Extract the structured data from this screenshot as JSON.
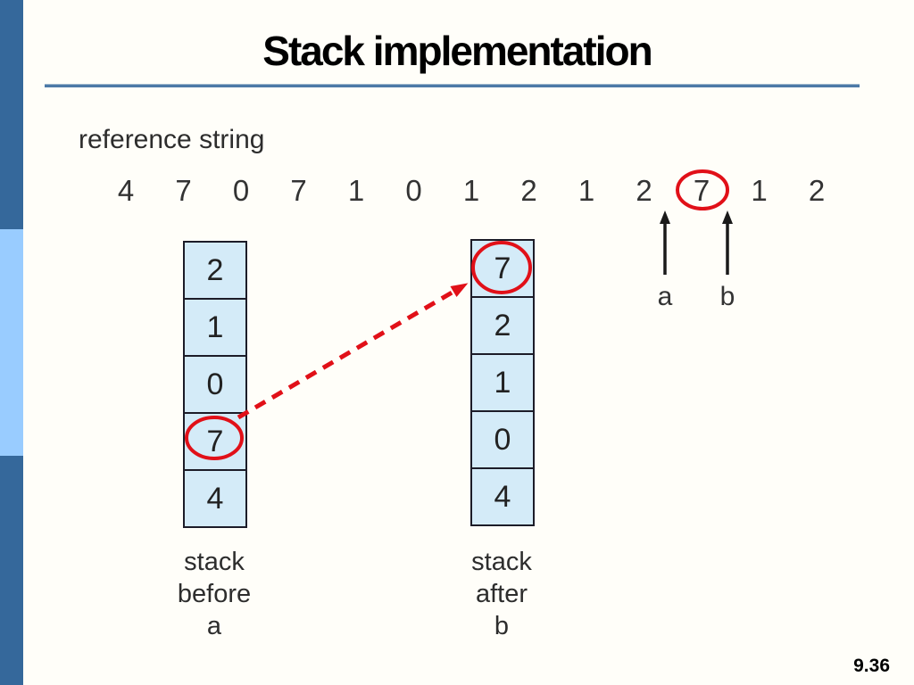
{
  "slide": {
    "title": "Stack implementation",
    "page_number": "9.36"
  },
  "reference_string": {
    "label": "reference string",
    "digits": [
      "4",
      "7",
      "0",
      "7",
      "1",
      "0",
      "1",
      "2",
      "1",
      "2",
      "7",
      "1",
      "2"
    ],
    "circled_index": 10,
    "circled_digit": "7"
  },
  "pointers": {
    "a": "a",
    "b": "b"
  },
  "stack_before": {
    "cells": [
      "2",
      "1",
      "0",
      "7",
      "4"
    ],
    "circled_value": "7",
    "caption": [
      "stack",
      "before",
      "a"
    ]
  },
  "stack_after": {
    "cells": [
      "7",
      "2",
      "1",
      "0",
      "4"
    ],
    "circled_value": "7",
    "caption": [
      "stack",
      "after",
      "b"
    ]
  },
  "colors": {
    "sidebar_dark": "#35689B",
    "sidebar_light": "#99CCFF",
    "title_rule": "#4D7AA7",
    "cell_fill": "#D4EBF8",
    "cell_border": "#1C1C28",
    "highlight_red": "#E11018",
    "arrow_black": "#1A1A1A",
    "text": "#2B2B2B"
  }
}
